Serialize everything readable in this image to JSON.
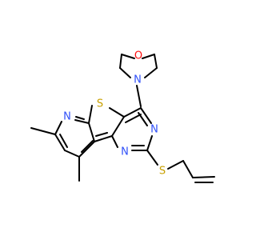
{
  "molecule": {
    "atom_labels": {
      "morpholine_oxygen": "O",
      "morpholine_nitrogen": "N",
      "thiophene_sulfur": "S",
      "pyridine_nitrogen": "N",
      "pyrimidine_nitrogen_upper": "N",
      "pyrimidine_nitrogen_lower": "N",
      "thioether_sulfur": "S"
    },
    "colors": {
      "bond": "#000000",
      "oxygen": "#ff0d0d",
      "nitrogen": "#3050f8",
      "sulfur": "#c8a000"
    }
  }
}
